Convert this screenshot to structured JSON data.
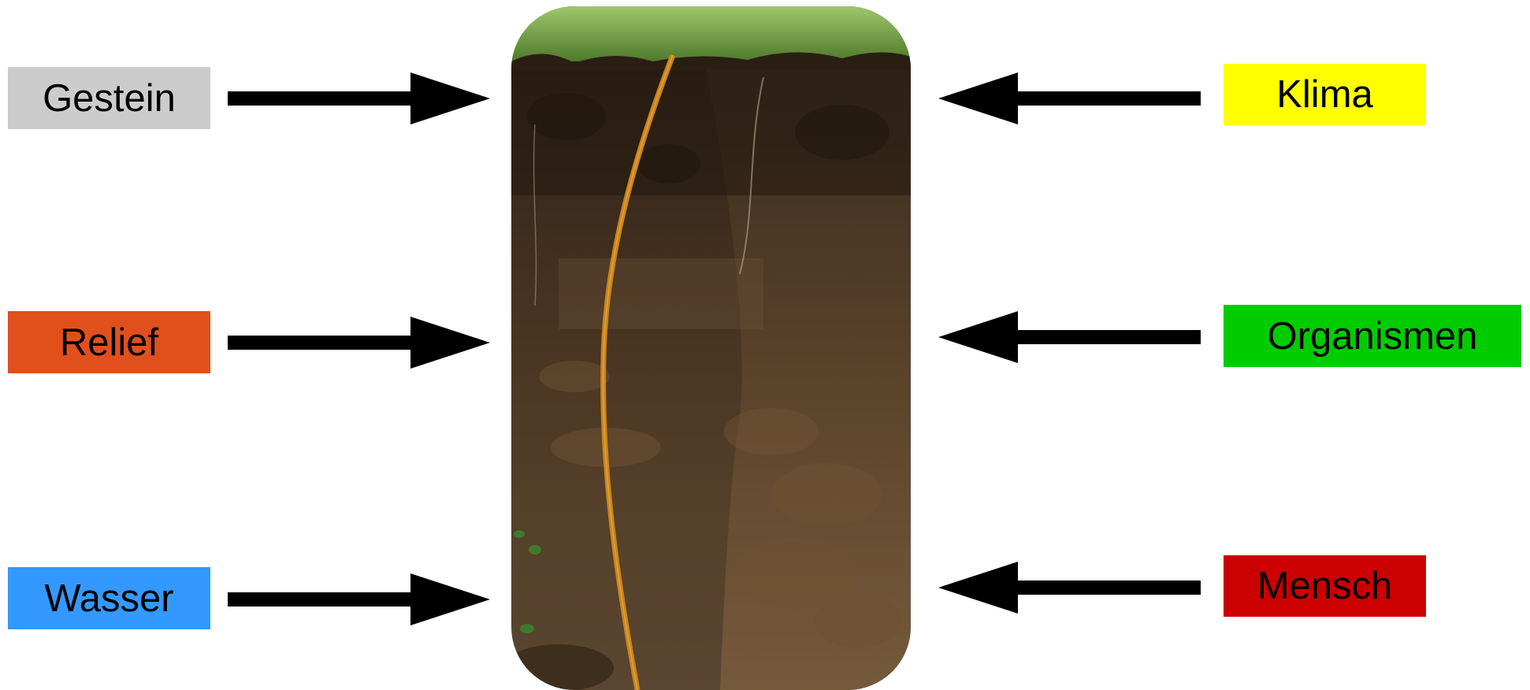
{
  "factors_left": [
    {
      "label": "Gestein",
      "color": "#cccccc"
    },
    {
      "label": "Relief",
      "color": "#e1501c"
    },
    {
      "label": "Wasser",
      "color": "#3399ff"
    }
  ],
  "factors_right": [
    {
      "label": "Klima",
      "color": "#ffff00"
    },
    {
      "label": "Organismen",
      "color": "#00cc00"
    },
    {
      "label": "Mensch",
      "color": "#cc0000"
    }
  ],
  "center_image": {
    "subject": "soil-profile-photo"
  },
  "arrow_color": "#000000"
}
